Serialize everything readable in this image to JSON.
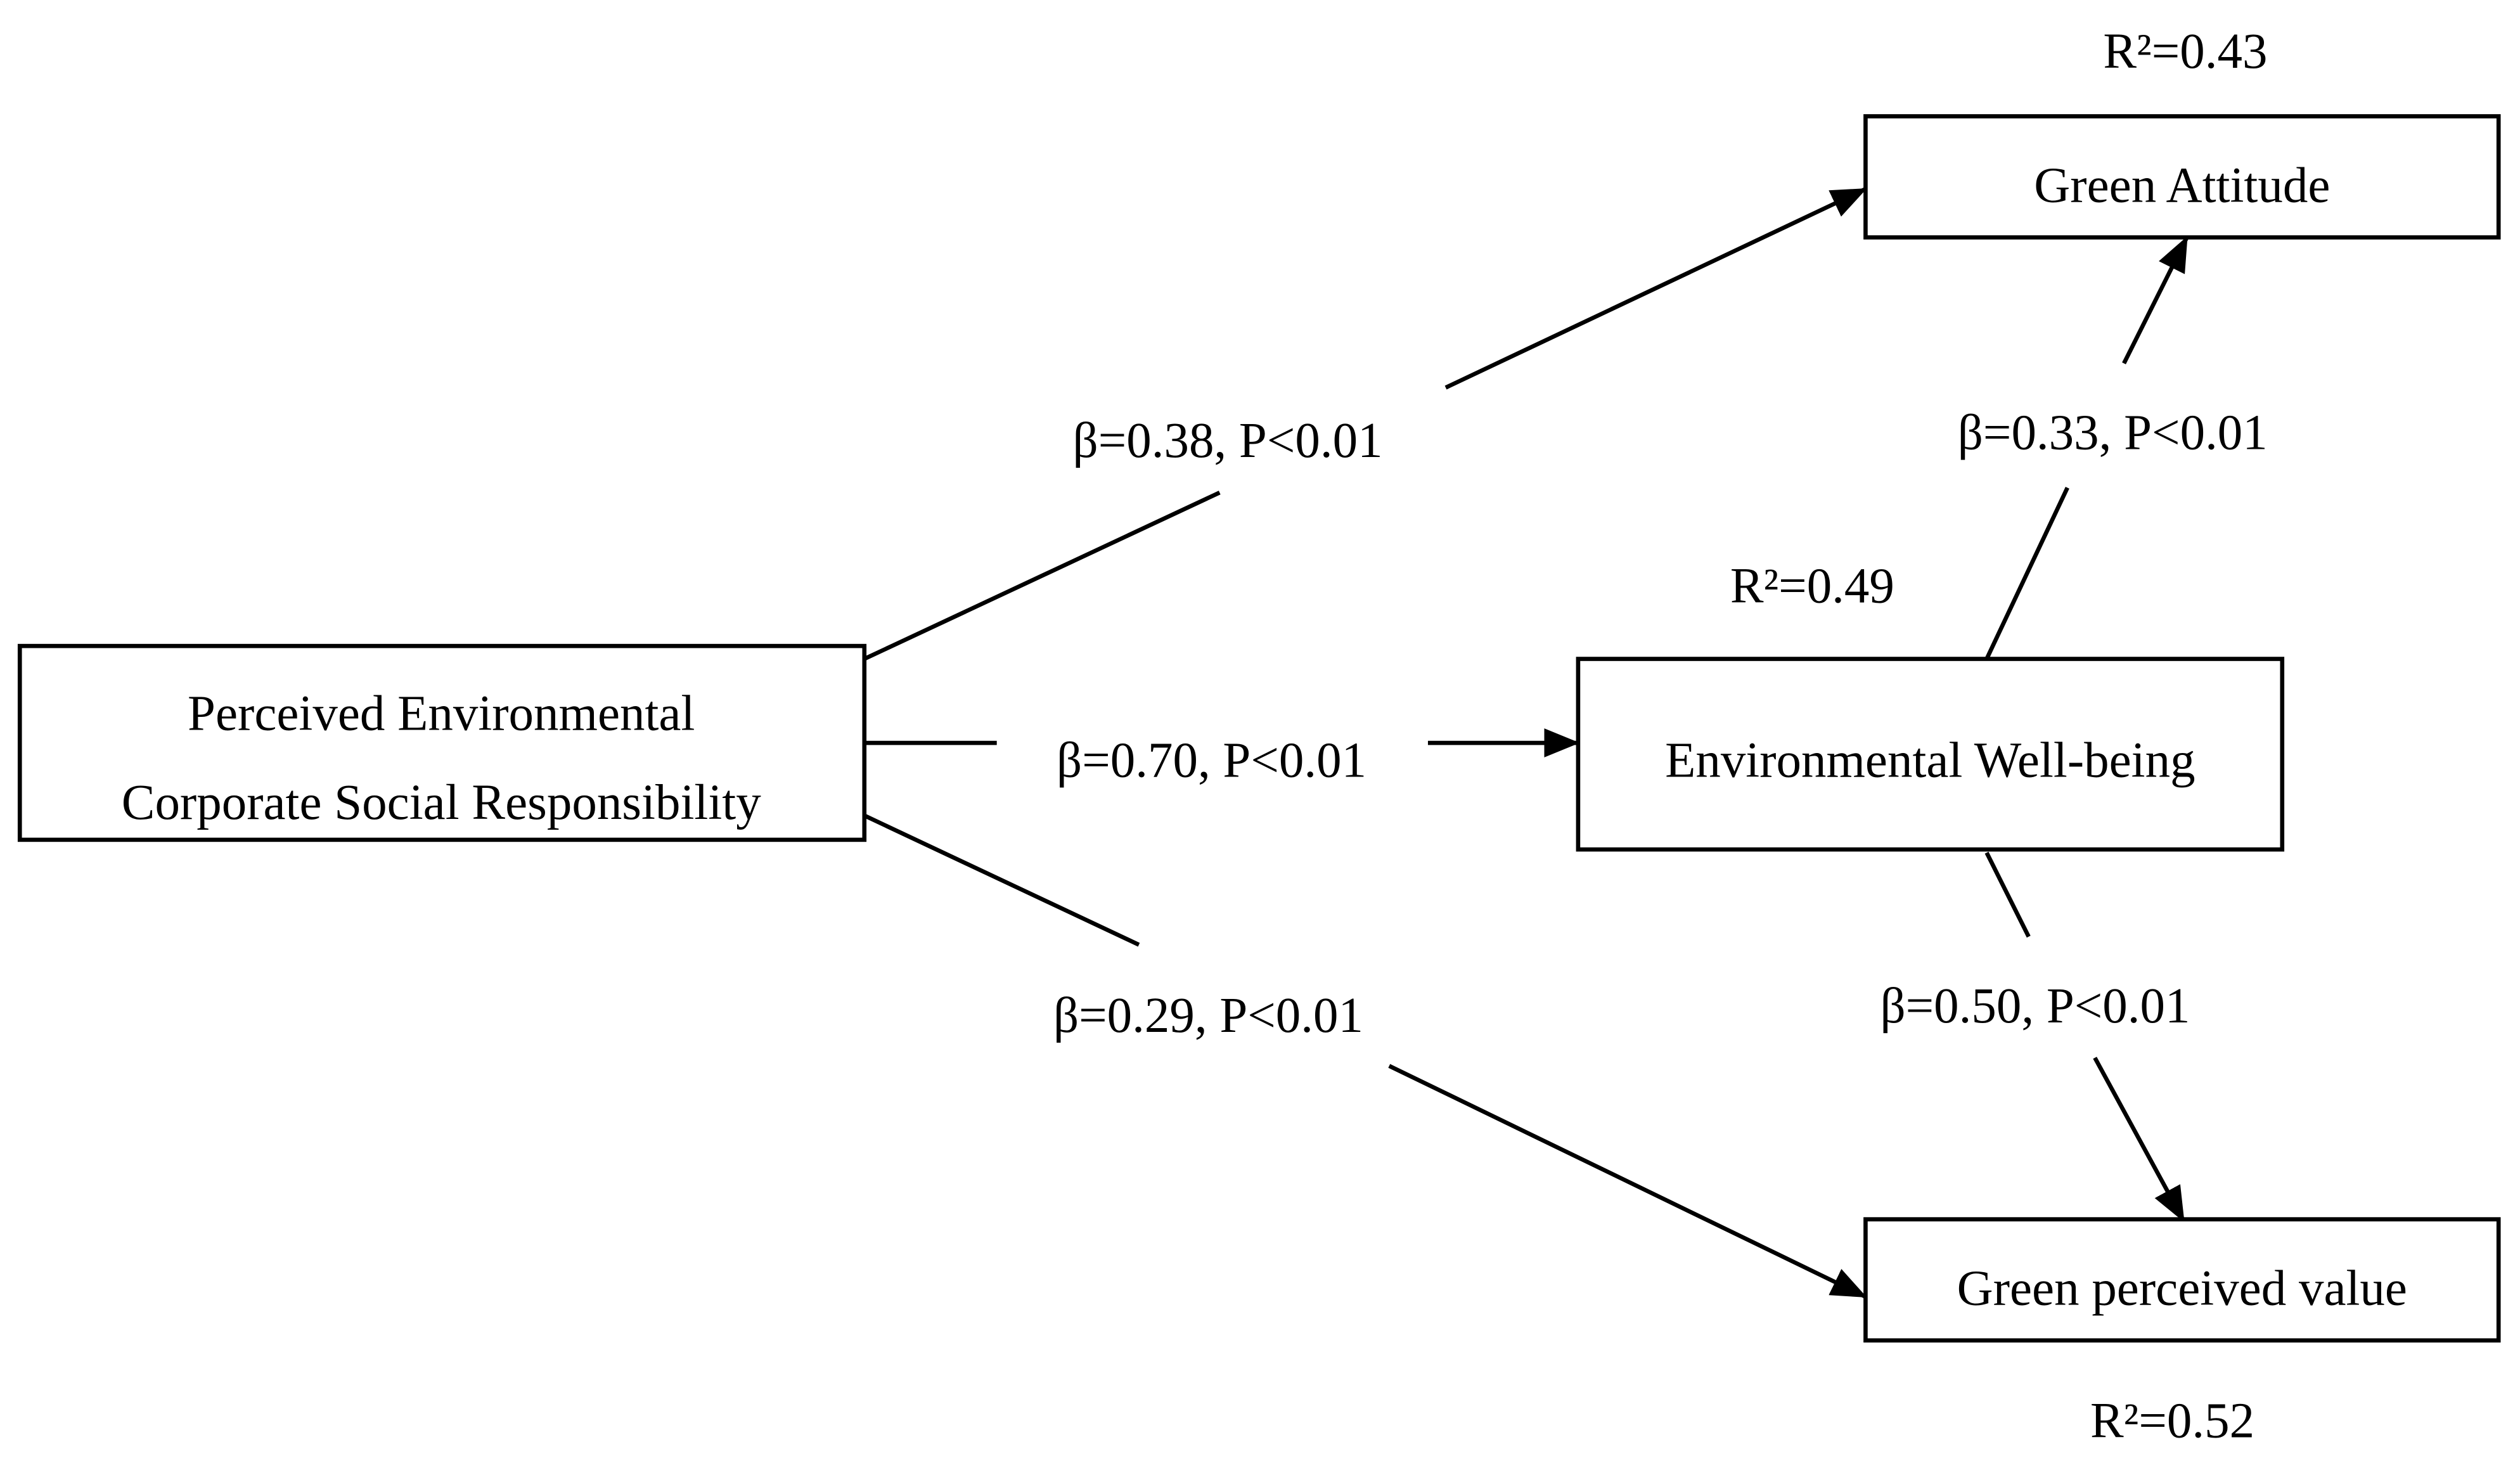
{
  "nodes": {
    "pecsr": {
      "line1": "Perceived Environmental",
      "line2": "Corporate Social Responsibility"
    },
    "green_attitude": {
      "label": "Green Attitude",
      "r2": "R²=0.43"
    },
    "env_wellbeing": {
      "label": "Environmental Well-being",
      "r2": "R²=0.49"
    },
    "green_value": {
      "label": "Green perceived value",
      "r2": "R²=0.52"
    }
  },
  "paths": [
    {
      "from": "pecsr",
      "to": "green_attitude",
      "label": "β=0.38, P<0.01"
    },
    {
      "from": "pecsr",
      "to": "env_wellbeing",
      "label": "β=0.70, P<0.01"
    },
    {
      "from": "pecsr",
      "to": "green_value",
      "label": "β=0.29, P<0.01"
    },
    {
      "from": "env_wellbeing",
      "to": "green_attitude",
      "label": "β=0.33, P<0.01"
    },
    {
      "from": "env_wellbeing",
      "to": "green_value",
      "label": "β=0.50, P<0.01"
    }
  ]
}
